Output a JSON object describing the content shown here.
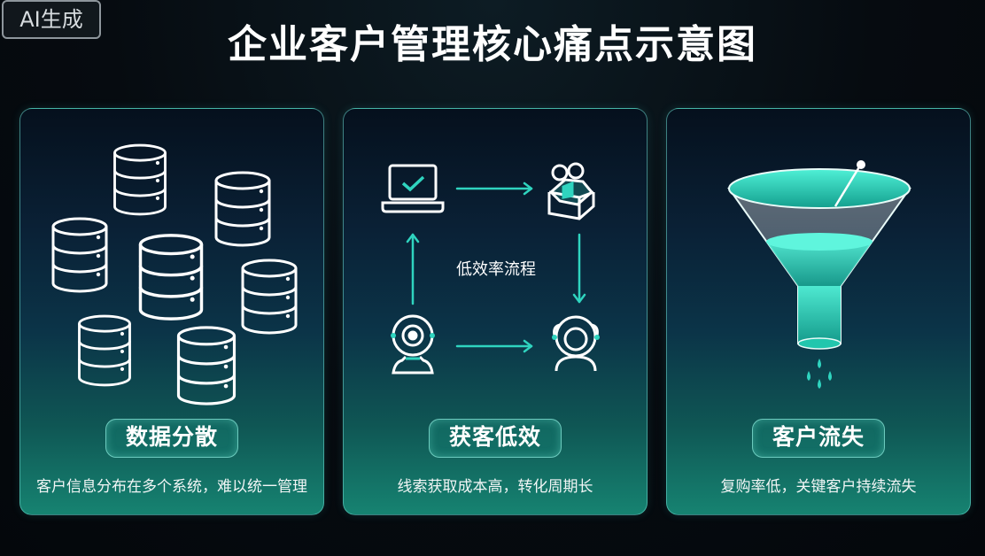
{
  "badge": "AI生成",
  "title": "企业客户管理核心痛点示意图",
  "colors": {
    "accent": "#2fd4bf",
    "panel_border": "#6edcd2",
    "background": "#05090e"
  },
  "panels": [
    {
      "heading": "数据分散",
      "description": "客户信息分布在多个系统，难以统一管理",
      "icon": "database-icons"
    },
    {
      "heading": "获客低效",
      "description": "线索获取成本高，转化周期长",
      "icon": "workflow-icons",
      "flow_label": "低效率流程"
    },
    {
      "heading": "客户流失",
      "description": "复购率低，关键客户持续流失",
      "icon": "funnel-icon"
    }
  ]
}
